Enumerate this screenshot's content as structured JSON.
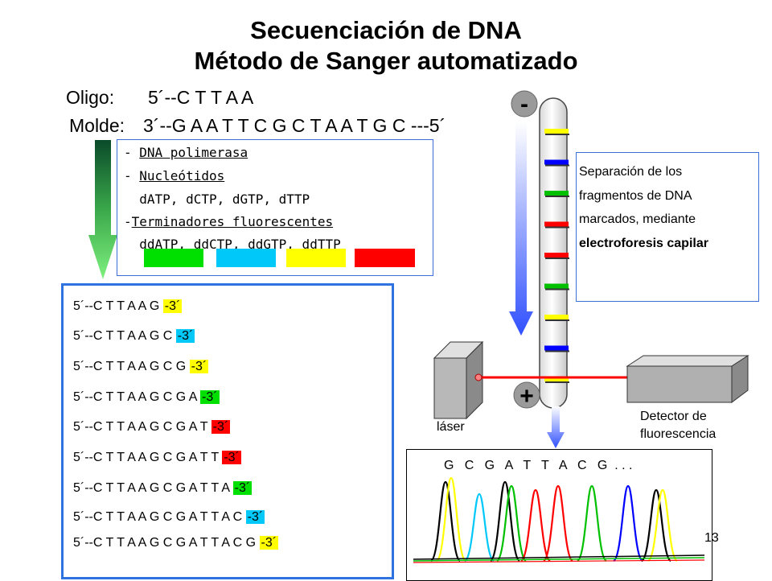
{
  "title": {
    "line1": "Secuenciación de DNA",
    "line2": "Método de Sanger automatizado"
  },
  "oligo": {
    "label": "Oligo:",
    "seq": "5´--C T T A A"
  },
  "template": {
    "label": "Molde:",
    "seq": "3´--G A A T T C G C T A A T G C ---5´"
  },
  "reagents": {
    "items": [
      {
        "prefix": "- ",
        "text": "DNA polimerasa"
      },
      {
        "prefix": "- ",
        "text": "Nucleótidos"
      },
      {
        "prefix": "  ",
        "text": "dATP, dCTP, dGTP, dTTP"
      },
      {
        "prefix": "-",
        "text": "Terminadores fluorescentes"
      },
      {
        "prefix": "  ",
        "text": "ddATP, ddCTP, ddGTP, ddTTP"
      }
    ],
    "swatch_colors": [
      "#00e000",
      "#00c8f8",
      "#ffff00",
      "#ff0000"
    ]
  },
  "products": [
    {
      "seq": "5´--C T T A A G ",
      "end": "-3´",
      "color": "#ffff00"
    },
    {
      "seq": "5´--C T T A A G C ",
      "end": "-3´",
      "color": "#00c8f8"
    },
    {
      "seq": "5´--C T T A A G C G ",
      "end": "-3´",
      "color": "#ffff00"
    },
    {
      "seq": "5´--C T T A A G C G A ",
      "end": "-3´",
      "color": "#00e000"
    },
    {
      "seq": "5´--C T T A A G C G A T ",
      "end": "-3´",
      "color": "#ff0000"
    },
    {
      "seq": "5´--C T T A A G C G A T T ",
      "end": "-3´",
      "color": "#ff0000"
    },
    {
      "seq": "5´--C T T A A G C G A T T A ",
      "end": "-3´",
      "color": "#00e000"
    },
    {
      "seq": "5´--C T T A A G C G A T T A C ",
      "end": "-3´",
      "color": "#00c8f8"
    },
    {
      "seq": "5´--C T T A A G C G A T T A C G ",
      "end": "-3´",
      "color": "#ffff00"
    }
  ],
  "capillary": {
    "minus": "-",
    "plus": "+",
    "band_colors": [
      "#ffff00",
      "#0000ff",
      "#00c000",
      "#ff0000",
      "#ff0000",
      "#00c000",
      "#ffff00",
      "#0000ff",
      "#ffff00"
    ]
  },
  "info": {
    "lines": [
      "Separación de los",
      "fragmentos de DNA",
      "marcados, mediante"
    ],
    "bold": "electroforesis capilar"
  },
  "laser_label": "láser",
  "detector_label": [
    "Detector de",
    "fluorescencia"
  ],
  "trace": {
    "bases": "G   C   G   A   T   T   A   C   G  . . .",
    "peak_colors": [
      "#000000",
      "#ffff00",
      "#00c8f8",
      "#000000",
      "#00c000",
      "#ff0000",
      "#ff0000",
      "#00c000",
      "#0000ff",
      "#000000",
      "#ffff00"
    ]
  },
  "page_number": "13"
}
